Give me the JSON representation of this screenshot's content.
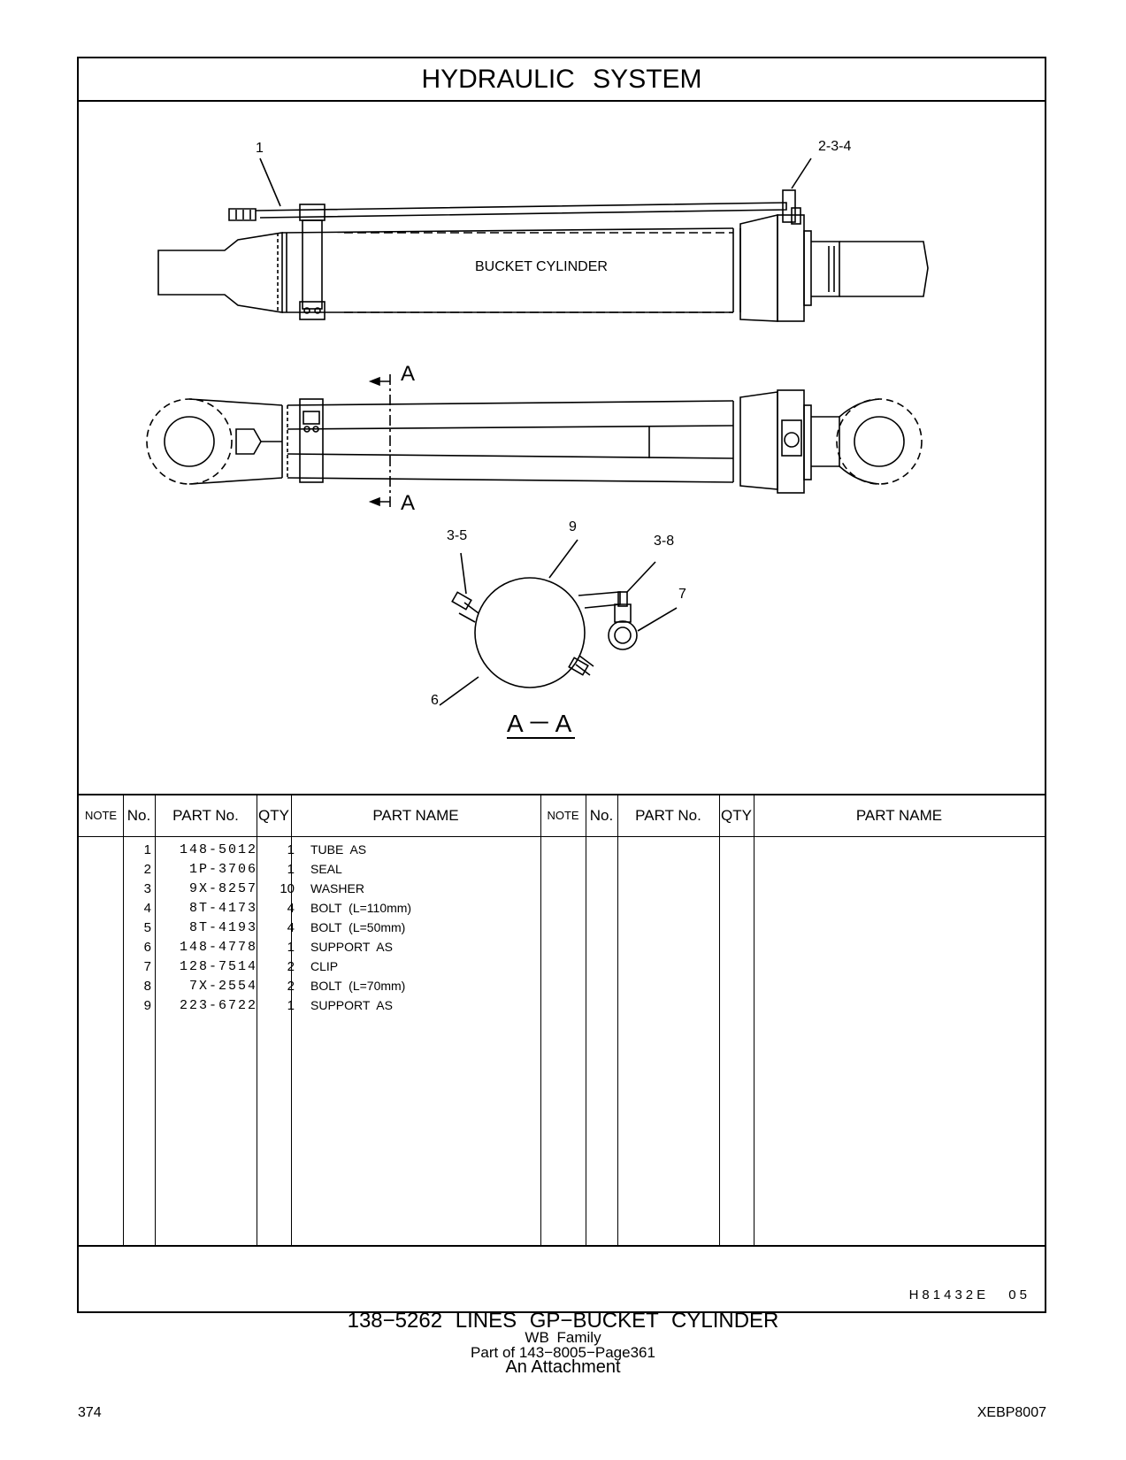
{
  "page": {
    "title": "HYDRAULIC   SYSTEM",
    "page_number": "374",
    "document_code": "XEBP8007",
    "drawing_code": "H81432E   05"
  },
  "drawing": {
    "component_label": "BUCKET CYLINDER",
    "callouts": [
      "1",
      "2-3-4",
      "3-5",
      "9",
      "3-8",
      "7",
      "6"
    ],
    "section_marker": "A",
    "section_label": "A－A"
  },
  "table": {
    "headers": [
      "NOTE",
      "No.",
      "PART No.",
      "QTY",
      "PART NAME"
    ],
    "rows": [
      {
        "no": "1",
        "part_no": "148-5012",
        "qty": "1",
        "name": "TUBE  AS"
      },
      {
        "no": "2",
        "part_no": "1P-3706",
        "qty": "1",
        "name": "SEAL"
      },
      {
        "no": "3",
        "part_no": "9X-8257",
        "qty": "10",
        "name": "WASHER"
      },
      {
        "no": "4",
        "part_no": "8T-4173",
        "qty": "4",
        "name": "BOLT (L=110mm)"
      },
      {
        "no": "5",
        "part_no": "8T-4193",
        "qty": "4",
        "name": "BOLT (L=50mm)"
      },
      {
        "no": "6",
        "part_no": "148-4778",
        "qty": "1",
        "name": "SUPPORT  AS"
      },
      {
        "no": "7",
        "part_no": "128-7514",
        "qty": "2",
        "name": "CLIP"
      },
      {
        "no": "8",
        "part_no": "7X-2554",
        "qty": "2",
        "name": "BOLT (L=70mm)"
      },
      {
        "no": "9",
        "part_no": "223-6722",
        "qty": "1",
        "name": "SUPPORT  AS"
      }
    ]
  },
  "caption": {
    "line1": "138−5262   LINES  GP−BUCKET  CYLINDER",
    "line2": "WB  Family",
    "line3": "Part of 143−8005−Page361",
    "line4": "An Attachment"
  }
}
